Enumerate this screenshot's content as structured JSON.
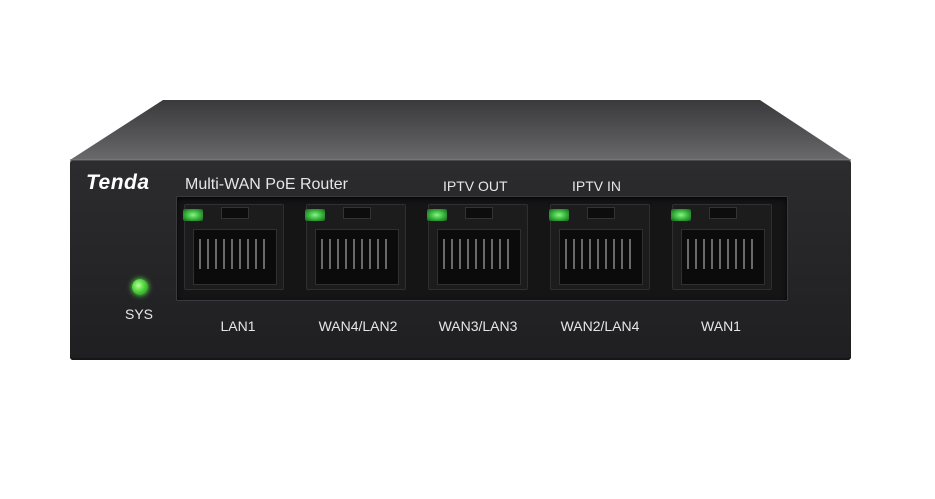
{
  "device": {
    "brand": "Tenda",
    "product_name": "Multi-WAN PoE Router",
    "top_labels": [
      "IPTV OUT",
      "IPTV IN"
    ],
    "status_indicator": "SYS",
    "ports": [
      {
        "label": "LAN1"
      },
      {
        "label": "WAN4/LAN2"
      },
      {
        "label": "WAN3/LAN3"
      },
      {
        "label": "WAN2/LAN4"
      },
      {
        "label": "WAN1"
      }
    ]
  },
  "colors": {
    "body": "#262628",
    "led_green": "#4fd33c",
    "text": "#e6e6e6"
  }
}
